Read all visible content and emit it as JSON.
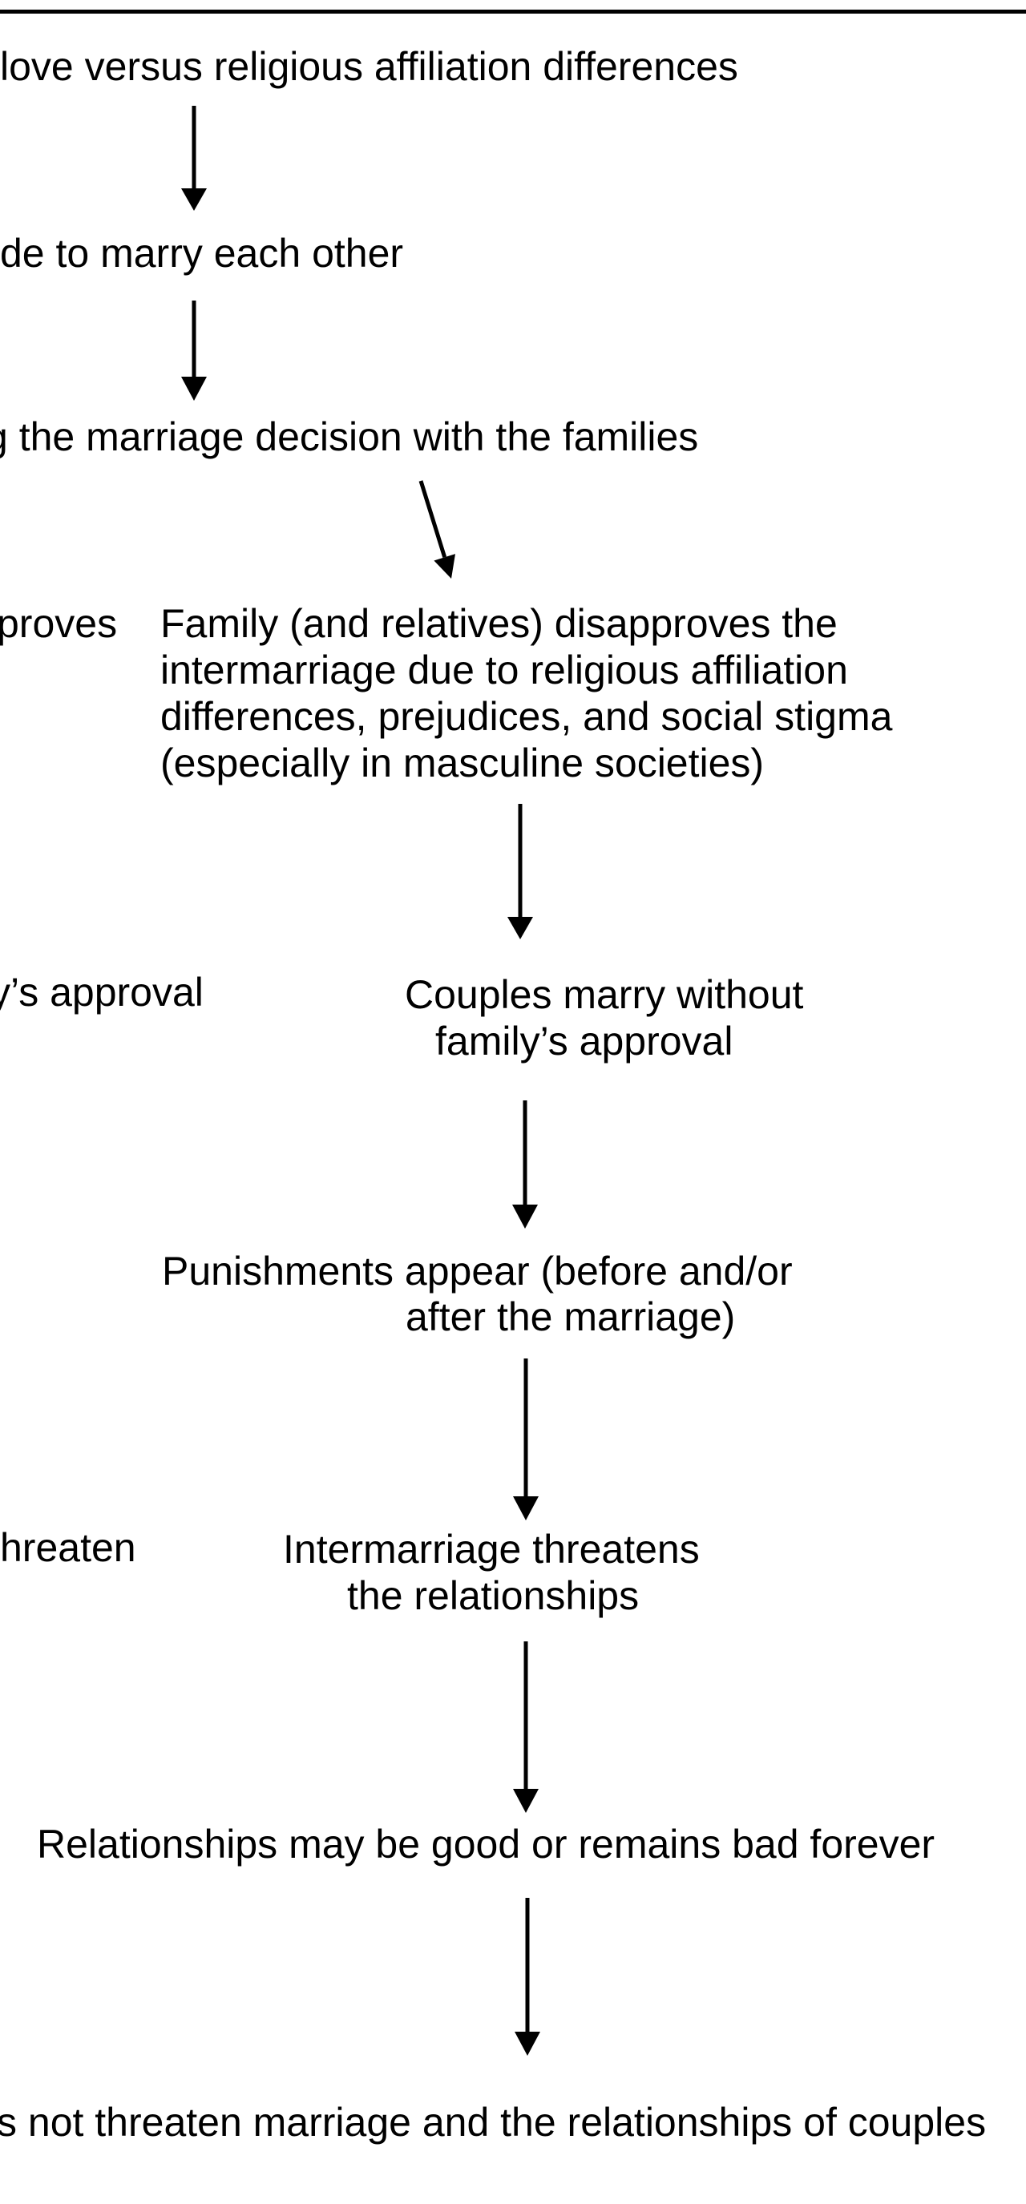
{
  "page": {
    "colors": {
      "ink": "#000000",
      "background": "#ffffff"
    }
  },
  "flowchart": {
    "blocks": [
      {
        "name": "love-vs-religion",
        "lines": [
          "love versus religious affiliation differences"
        ]
      },
      {
        "name": "decide-to-marry",
        "lines": [
          "de to marry each other"
        ]
      },
      {
        "name": "sharing-marriage-decision",
        "lines": [
          "g the marriage decision with the families"
        ]
      },
      {
        "name": "family-approves-fragment",
        "lines": [
          "proves"
        ]
      },
      {
        "name": "family-disapproves",
        "lines": [
          "Family (and relatives) disapproves the",
          "intermarriage due to religious affiliation",
          "differences, prejudices, and social stigma",
          "(especially in masculine societies)"
        ]
      },
      {
        "name": "family-approval-fragment",
        "lines": [
          "y’s approval"
        ]
      },
      {
        "name": "couples-marry-without-approval",
        "lines": [
          "Couples marry without",
          "family’s approval"
        ]
      },
      {
        "name": "punishments-appear",
        "lines": [
          "Punishments appear (before and/or",
          "after the marriage)"
        ]
      },
      {
        "name": "threaten-fragment",
        "lines": [
          "hreaten"
        ]
      },
      {
        "name": "intermarriage-threatens",
        "lines": [
          "Intermarriage threatens",
          "the relationships"
        ]
      },
      {
        "name": "relationships-outcome",
        "lines": [
          "Relationships may be good or remains bad forever"
        ]
      },
      {
        "name": "does-not-threaten",
        "lines": [
          "s not threaten marriage and the relationships of couples"
        ]
      }
    ]
  }
}
